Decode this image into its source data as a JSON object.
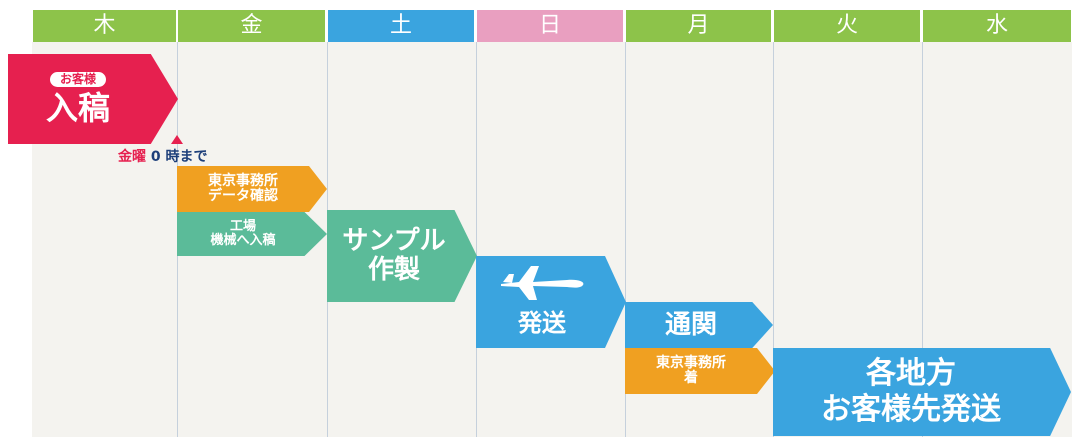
{
  "colors": {
    "header_green": "#8dc34a",
    "header_blue": "#3aa4df",
    "header_pink": "#e99fc0",
    "pink": "#e6204f",
    "orange": "#f0a021",
    "green": "#5bbb99",
    "blue": "#3aa4df",
    "navy": "#1d3f7a",
    "background": "#f4f3ef"
  },
  "days": [
    {
      "label": "木",
      "color": "#8dc34a"
    },
    {
      "label": "金",
      "color": "#8dc34a"
    },
    {
      "label": "土",
      "color": "#3aa4df"
    },
    {
      "label": "日",
      "color": "#e99fc0"
    },
    {
      "label": "月",
      "color": "#8dc34a"
    },
    {
      "label": "火",
      "color": "#8dc34a"
    },
    {
      "label": "水",
      "color": "#8dc34a"
    }
  ],
  "submission": {
    "badge": "お客様",
    "title": "入稿"
  },
  "deadline": {
    "day_part": "金曜",
    "hour_part": "0",
    "rest": "時まで"
  },
  "steps": {
    "tokyo_check": {
      "line1": "東京事務所",
      "line2": "データ確認"
    },
    "factory": {
      "line1": "工場",
      "line2": "機械へ入稿"
    },
    "sample": {
      "line1": "サンプル",
      "line2": "作製"
    },
    "shipping": {
      "label": "発送",
      "icon": "airplane-icon"
    },
    "customs": {
      "label": "通関"
    },
    "tokyo_arrival": {
      "line1": "東京事務所",
      "line2": "着"
    },
    "delivery": {
      "line1": "各地方",
      "line2": "お客様先発送"
    }
  }
}
